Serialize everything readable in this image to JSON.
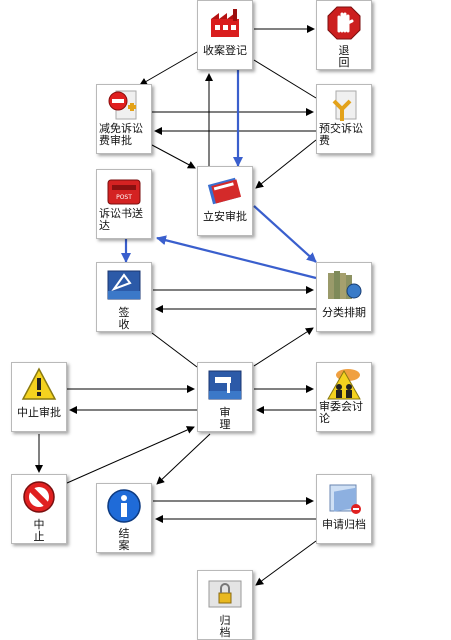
{
  "nodes": {
    "receive": {
      "label": "收案登记",
      "icon": "factory-icon"
    },
    "return": {
      "label": "退　回",
      "icon": "stop-hand-icon"
    },
    "waive": {
      "label": "减免诉讼费审批",
      "icon": "no-entry-plus-icon"
    },
    "prepay": {
      "label": "预交诉讼费",
      "icon": "dollar-person-icon"
    },
    "serve": {
      "label": "诉讼书送达",
      "icon": "post-box-icon"
    },
    "file_case": {
      "label": "立安审批",
      "icon": "folder-icon"
    },
    "sign": {
      "label": "签　收",
      "icon": "signature-icon"
    },
    "classify": {
      "label": "分类排期",
      "icon": "books-globe-icon"
    },
    "suspend_approve": {
      "label": "中止审批",
      "icon": "warning-icon"
    },
    "trial": {
      "label": "审　理",
      "icon": "gavel-icon"
    },
    "committee": {
      "label": "审委会讨论",
      "icon": "meeting-icon"
    },
    "suspend": {
      "label": "中　止",
      "icon": "no-entry-icon"
    },
    "close": {
      "label": "结　案",
      "icon": "info-icon"
    },
    "apply_archive": {
      "label": "申请归档",
      "icon": "folder-minus-icon"
    },
    "archive": {
      "label": "归　档",
      "icon": "lock-icon"
    }
  },
  "colors": {
    "arrow": "#000000",
    "highlight": "#3a5fcd",
    "node_border": "#b9b9b9"
  }
}
